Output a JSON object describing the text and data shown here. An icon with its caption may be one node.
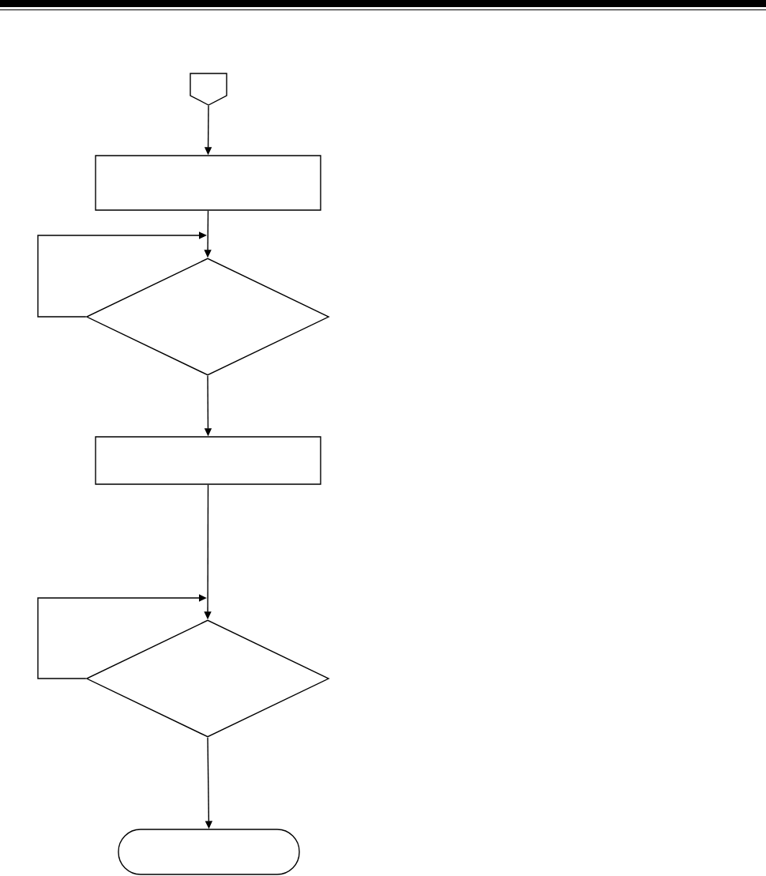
{
  "diagram": {
    "nodes": [
      {
        "text": [],
        "shape": "pentagon"
      },
      {
        "text": [],
        "shape": "box"
      },
      {
        "text": [],
        "shape": "diamond"
      },
      {
        "text": [],
        "shape": "box"
      },
      {
        "text": [],
        "shape": "diamond"
      },
      {
        "text": [],
        "shape": "capsule"
      }
    ],
    "edges": [
      {
        "from": 0,
        "to": 1,
        "arrow": "to"
      },
      {
        "from": 1,
        "to": 2,
        "arrow": "to"
      },
      {
        "from": 2,
        "to": 2,
        "arrow": "to"
      },
      {
        "from": 2,
        "to": 3,
        "arrow": "to"
      },
      {
        "from": 3,
        "to": 4,
        "arrow": "to"
      },
      {
        "from": 4,
        "to": 4,
        "arrow": "to"
      },
      {
        "from": 4,
        "to": 5,
        "arrow": "to"
      }
    ]
  }
}
